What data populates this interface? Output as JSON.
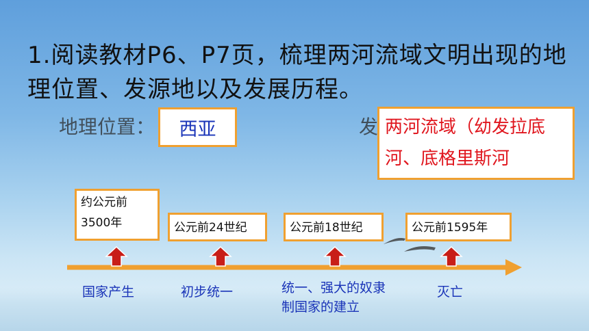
{
  "title": "1.阅读教材P6、P7页，梳理两河流域文明出现的地理位置、发源地以及发展历程。",
  "geo": {
    "label": "地理位置：",
    "answer": "西亚",
    "origin_label_partial": "发",
    "origin_answer": "两河流域（幼发拉底河、底格里斯河"
  },
  "timeline": {
    "stages": [
      {
        "date": "约公元前3500年",
        "event": "国家产生"
      },
      {
        "date": "公元前24世纪",
        "event": "初步统一"
      },
      {
        "date": "公元前18世纪",
        "event": "统一、强大的奴隶制国家的建立"
      },
      {
        "date": "公元前1595年",
        "event": "灭亡"
      }
    ]
  },
  "colors": {
    "box_border": "#f0a030",
    "arrow": "#f0a030",
    "marker": "#c81e18",
    "blue_text": "#1a34b8",
    "red_text": "#e0161e"
  }
}
